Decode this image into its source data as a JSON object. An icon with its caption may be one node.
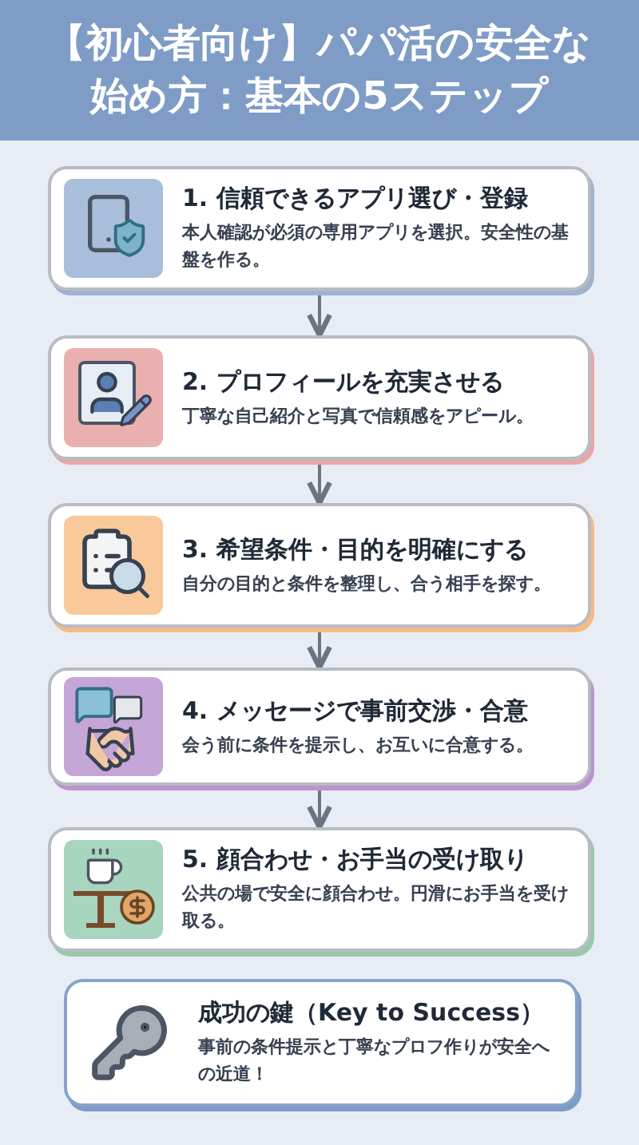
{
  "diagram": {
    "title": "【初心者向け】パパ活の安全な始め方：基本の5ステップ",
    "nodes": [
      {
        "text": [
          "1. 信頼できるアプリ選び・登録",
          "本人確認が必須の専用アプリを選択。安全性の基盤を作る。"
        ]
      },
      {
        "text": [
          "2. プロフィールを充実させる",
          "丁寧な自己紹介と写真で信頼感をアピール。"
        ]
      },
      {
        "text": [
          "3. 希望条件・目的を明確にする",
          "自分の目的と条件を整理し、合う相手を探す。"
        ]
      },
      {
        "text": [
          "4. メッセージで事前交渉・合意",
          "会う前に条件を提示し、お互いに合意する。"
        ]
      },
      {
        "text": [
          "5. 顔合わせ・お手当の受け取り",
          "公共の場で安全に顔合わせ。円滑にお手当を受け取る。"
        ]
      },
      {
        "text": [
          "成功の鍵（Key to Success）",
          "事前の条件提示と丁寧なプロフ作りが安全への近道！"
        ]
      }
    ],
    "edges": [
      {
        "from": 0,
        "to": 1,
        "arrow": "to"
      },
      {
        "from": 1,
        "to": 2,
        "arrow": "to"
      },
      {
        "from": 2,
        "to": 3,
        "arrow": "to"
      },
      {
        "from": 3,
        "to": 4,
        "arrow": "to"
      }
    ]
  }
}
